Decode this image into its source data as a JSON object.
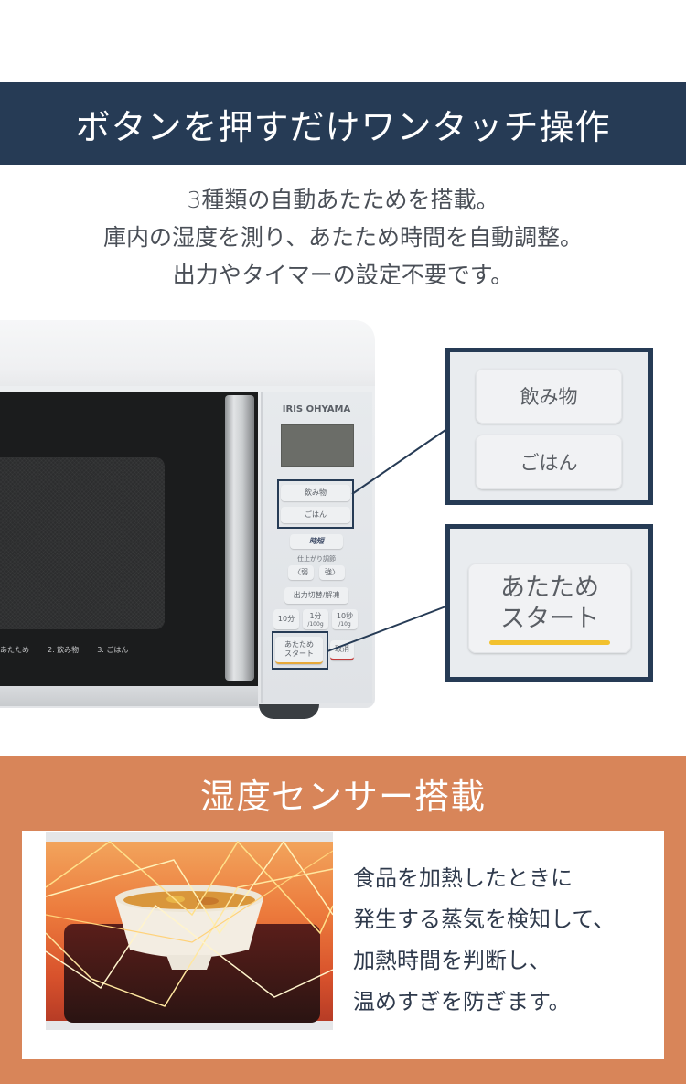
{
  "header": {
    "title": "ボタンを押すだけワンタッチ操作",
    "bg_color": "#263b55"
  },
  "intro": {
    "lines": [
      "3種類の自動あたためを搭載。",
      "庫内の湿度を測り、あたため時間を自動調整。",
      "出力やタイマーの設定不要です。"
    ]
  },
  "microwave": {
    "brand": "IRIS OHYAMA",
    "door_labels": [
      "あたため",
      "2. 飲み物",
      "3. ごはん"
    ],
    "panel": {
      "buttons": {
        "drink": "飲み物",
        "rice": "ごはん",
        "quick": "時短",
        "finish_label": "仕上がり調節",
        "weak": "〈弱",
        "strong": "強〉",
        "output_defrost": "出力切替/解凍",
        "ten_min": "10分",
        "one_min": "1分",
        "one_min_sub": "/100g",
        "ten_sec": "10秒",
        "ten_sec_sub": "/10g",
        "start_line1": "あたため",
        "start_line2": "スタート",
        "cancel": "取消"
      }
    }
  },
  "callouts": {
    "top": {
      "button1": "飲み物",
      "button2": "ごはん"
    },
    "bottom": {
      "line1": "あたため",
      "line2": "スタート",
      "underline_color": "#f2c12e"
    }
  },
  "sensor_section": {
    "title": "湿度センサー搭載",
    "bg_color": "#d88559",
    "image_alt": "steaming soup bowl inside microwave with sensor lines",
    "text_lines": [
      "食品を加熱したときに",
      "発生する蒸気を検知して、",
      "加熱時間を判断し、",
      "温めすぎを防ぎます。"
    ]
  }
}
